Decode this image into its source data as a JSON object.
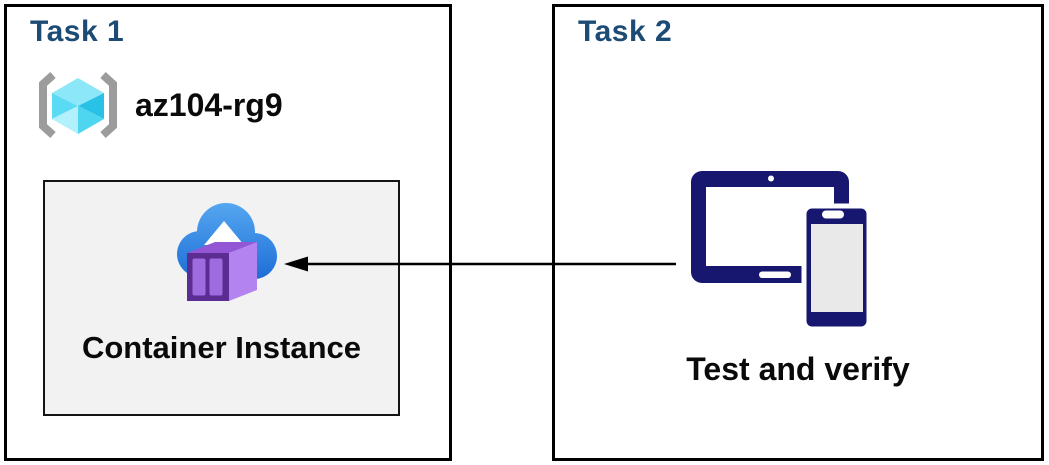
{
  "task1": {
    "title": "Task 1",
    "resource_group": {
      "name": "az104-rg9",
      "icon": "resource-group-icon"
    },
    "container_instance": {
      "label": "Container Instance",
      "icon": "container-instance-upload-icon"
    }
  },
  "task2": {
    "title": "Task 2",
    "caption": "Test and verify",
    "icon": "tablet-and-phone-icon"
  },
  "connector": {
    "type": "arrow",
    "direction": "left"
  },
  "colors": {
    "task_title_blue": "#1C4B75",
    "box_border": "#000000",
    "container_box_bg": "#F2F2F2",
    "device_navy": "#17176F",
    "phone_screen_gray": "#E9E9E9",
    "cloud_blue_top": "#55A7F0",
    "cloud_blue_bottom": "#1C6CD6",
    "container_purple_frame": "#5B2C92",
    "container_purple_panel": "#9F6CE0",
    "container_purple_side": "#B384EF",
    "container_purple_top": "#9357D6",
    "cube_cyan_top": "#8CE7F8",
    "cube_cyan_dark": "#29C2E6",
    "bracket_gray": "#9C9C9C",
    "arrow_black": "#000000"
  }
}
